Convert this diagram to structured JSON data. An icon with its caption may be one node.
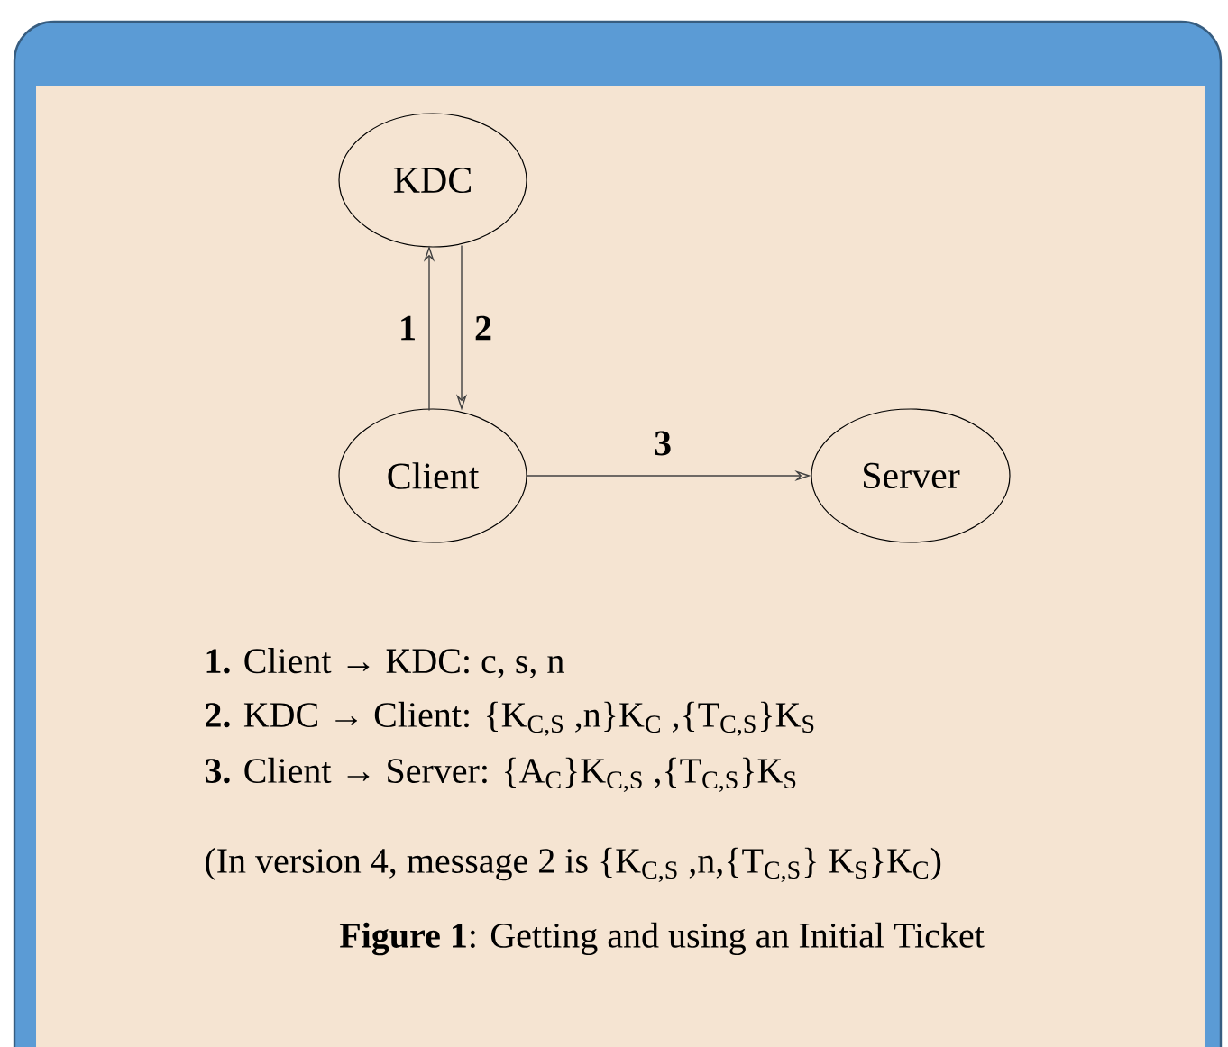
{
  "diagram": {
    "caption": "**Figure 1**: Getting and using an Initial Ticket",
    "nodes": [
      {
        "text": [
          "KDC"
        ]
      },
      {
        "text": [
          "Client"
        ]
      },
      {
        "text": [
          "Server"
        ]
      }
    ],
    "edges": [
      {
        "from": 1,
        "to": 0,
        "arrow": "to",
        "label": "1"
      },
      {
        "from": 0,
        "to": 1,
        "arrow": "to",
        "label": "2"
      },
      {
        "from": 1,
        "to": 2,
        "arrow": "to",
        "label": "3"
      }
    ],
    "labels": [
      "**1.** Client → KDC: c, s, n",
      "**2.** KDC → Client: {K$_{C,S}$ ,n}K$_{C}$ ,{T$_{C,S}$}K$_{S}$",
      "**3.** Client → Server: {A$_{C}$}K$_{C,S}$ ,{T$_{C,S}$}K$_{S}$",
      "(In version 4, message 2 is {K$_{C,S}$ ,n,{T$_{C,S}$} K$_{S}$}K$_{C}$)"
    ]
  }
}
